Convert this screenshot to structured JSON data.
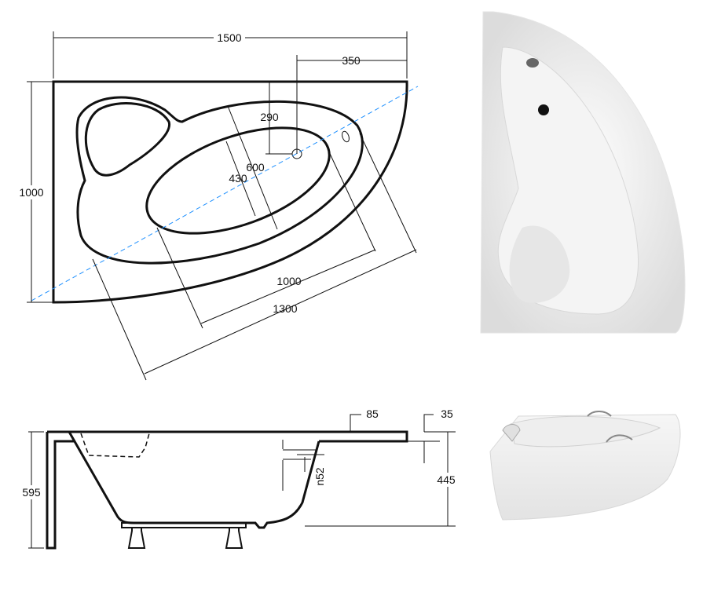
{
  "top_view": {
    "width": "1500",
    "drain_offset": "350",
    "drain_depth": "290",
    "inner_width": "600",
    "basin_width": "430",
    "depth": "1000",
    "basin_length": "1000",
    "inner_length": "1300"
  },
  "side_view": {
    "rim_width": "85",
    "rim_thickness": "35",
    "total_height": "595",
    "tub_height": "445",
    "overflow": "n52"
  },
  "colors": {
    "line": "#111111",
    "axis": "#1e90ff"
  }
}
